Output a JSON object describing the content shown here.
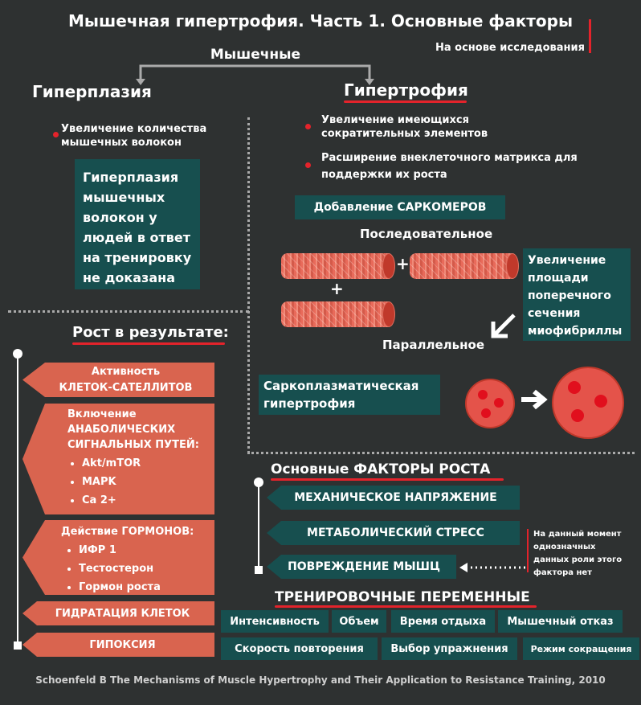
{
  "title": "Мышечная гипертрофия. Часть 1. Основные факторы",
  "subtitle": "На основе исследования",
  "branch_label": "Мышечные",
  "hyperplasia": {
    "heading": "Гиперплазия",
    "bullet": "Увеличение количества мышечных волокон",
    "box": "Гиперплазия мышечных волокон у людей в ответ на тренировку не доказана"
  },
  "hypertrophy": {
    "heading": "Гипертрофия",
    "bullets": [
      "Увеличение имеющихся сократительных элементов",
      "Расширение внеклеточного матрикса для поддержки их роста"
    ],
    "sarcomeres_label": "Добавление САРКОМЕРОВ",
    "serial_label": "Последовательное",
    "parallel_label": "Параллельное",
    "plus": "+",
    "cross_section_box": "Увеличение площади поперечного сечения миофибриллы",
    "sarcoplasmic_box": "Саркоплазматическая гипертрофия"
  },
  "growth": {
    "heading": "Рост в результате:",
    "satellite_line1": "Активность",
    "satellite_line2": "КЛЕТОК-САТЕЛЛИТОВ",
    "anabolic_title": "Включение АНАБОЛИЧЕСКИХ СИГНАЛЬНЫХ ПУТЕЙ:",
    "anabolic_items": [
      "Akt/mTOR",
      "MAPK",
      "Ca 2+"
    ],
    "hormones_title": "Действие ГОРМОНОВ:",
    "hormones_items": [
      "ИФР 1",
      "Тестостерон",
      "Гормон роста"
    ],
    "hydration": "ГИДРАТАЦИЯ КЛЕТОК",
    "hypoxia": "ГИПОКСИЯ"
  },
  "factors": {
    "heading": "Основные ФАКТОРЫ РОСТА",
    "items": [
      "МЕХАНИЧЕСКОЕ НАПРЯЖЕНИЕ",
      "МЕТАБОЛИЧЕСКИЙ СТРЕСС",
      "ПОВРЕЖДЕНИЕ МЫШЦ"
    ],
    "note": "На данный момент однозначных данных роли этого фактора   нет"
  },
  "training": {
    "heading": "ТРЕНИРОВОЧНЫЕ ПЕРЕМЕННЫЕ",
    "row1": [
      "Интенсивность",
      "Объем",
      "Время отдыха",
      "Мышечный отказ"
    ],
    "row2": [
      "Скорость повторения",
      "Выбор упражнения",
      "Режим сокращения"
    ]
  },
  "citation": "Schoenfeld B The Mechanisms of Muscle Hypertrophy and Their Application to Resistance Training, 2010",
  "colors": {
    "background": "#2e3131",
    "teal": "#174f4f",
    "salmon": "#d9644f",
    "accent_red": "#e4232b"
  }
}
